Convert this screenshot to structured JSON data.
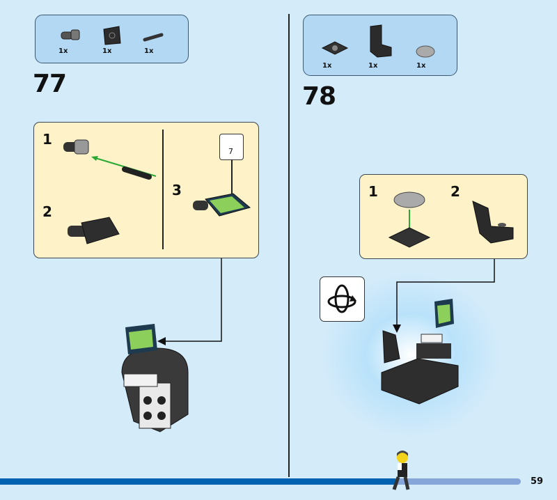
{
  "page_number": "59",
  "progress_percent": 76,
  "colors": {
    "background": "#d4ebfa",
    "parts_box": "#b3d8f3",
    "substep_box": "#fdf2c8",
    "progress_done": "#0062b1",
    "progress_remaining": "#86a6d9",
    "arrow_green": "#2aa834"
  },
  "step_77": {
    "number": "77",
    "parts": [
      {
        "qty": "1x",
        "icon": "technic-connector-icon"
      },
      {
        "qty": "1x",
        "icon": "tile-2x2-clip-icon"
      },
      {
        "qty": "1x",
        "icon": "technic-pin-icon"
      }
    ],
    "substeps": [
      {
        "label": "1"
      },
      {
        "label": "2"
      },
      {
        "label": "3"
      }
    ],
    "callout_sticker": "7"
  },
  "step_78": {
    "number": "78",
    "parts": [
      {
        "qty": "1x",
        "icon": "plate-2x2-icon"
      },
      {
        "qty": "1x",
        "icon": "seat-icon"
      },
      {
        "qty": "1x",
        "icon": "round-plate-icon"
      }
    ],
    "substeps": [
      {
        "label": "1"
      },
      {
        "label": "2"
      }
    ],
    "rotate_icon": "rotate-model-icon"
  }
}
